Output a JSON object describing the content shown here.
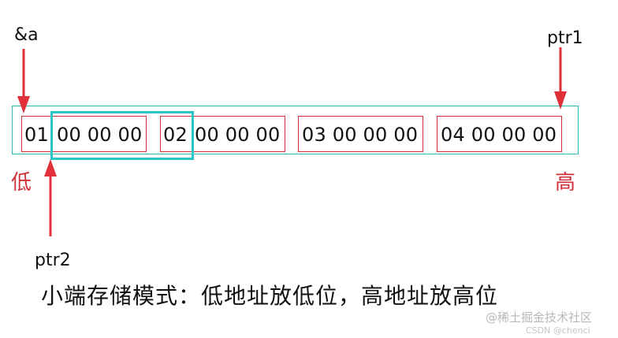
{
  "labels": {
    "addr_a": "&a",
    "ptr1": "ptr1",
    "ptr2": "ptr2",
    "low": "低",
    "high": "高"
  },
  "memory": {
    "byte_01": "01",
    "bytes_1_rest": "00 00 00",
    "byte_02": "02",
    "bytes_2_rest": "00 00 00",
    "word_3": "03 00 00 00",
    "word_4": "04 00 00 00"
  },
  "caption": "小端存储模式：低地址放低位，高地址放高位",
  "watermark": {
    "main": "@稀土掘金技术社区",
    "sub": "CSDN @chenci"
  },
  "colors": {
    "red": "#d0303a",
    "teal": "#2cc6c6",
    "text": "#111111"
  }
}
